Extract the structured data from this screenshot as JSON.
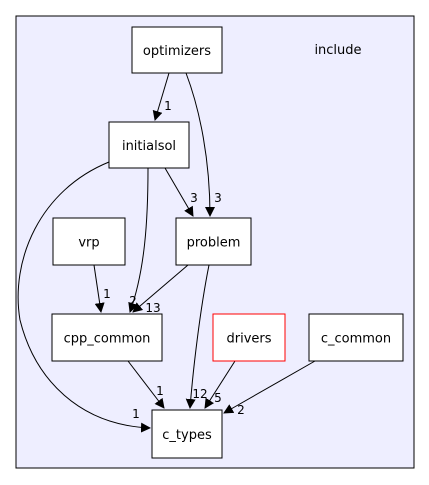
{
  "cluster": {
    "label": "include",
    "fill": "#eeeeff",
    "stroke": "#000000"
  },
  "nodes": [
    {
      "id": "optimizers",
      "label": "optimizers",
      "border": "#000000"
    },
    {
      "id": "initialsol",
      "label": "initialsol",
      "border": "#000000"
    },
    {
      "id": "vrp",
      "label": "vrp",
      "border": "#000000"
    },
    {
      "id": "problem",
      "label": "problem",
      "border": "#000000"
    },
    {
      "id": "cpp_common",
      "label": "cpp_common",
      "border": "#000000"
    },
    {
      "id": "drivers",
      "label": "drivers",
      "border": "#ff0000"
    },
    {
      "id": "c_common",
      "label": "c_common",
      "border": "#000000"
    },
    {
      "id": "c_types",
      "label": "c_types",
      "border": "#000000"
    }
  ],
  "edges": [
    {
      "from": "optimizers",
      "to": "initialsol",
      "label": "1"
    },
    {
      "from": "optimizers",
      "to": "problem",
      "label": "3"
    },
    {
      "from": "initialsol",
      "to": "problem",
      "label": "3"
    },
    {
      "from": "initialsol",
      "to": "cpp_common",
      "label": "2"
    },
    {
      "from": "initialsol",
      "to": "c_types",
      "label": "1"
    },
    {
      "from": "vrp",
      "to": "cpp_common",
      "label": "1"
    },
    {
      "from": "problem",
      "to": "cpp_common",
      "label": "13"
    },
    {
      "from": "problem",
      "to": "c_types",
      "label": "12"
    },
    {
      "from": "cpp_common",
      "to": "c_types",
      "label": "1"
    },
    {
      "from": "drivers",
      "to": "c_types",
      "label": "5"
    },
    {
      "from": "c_common",
      "to": "c_types",
      "label": "2"
    }
  ]
}
